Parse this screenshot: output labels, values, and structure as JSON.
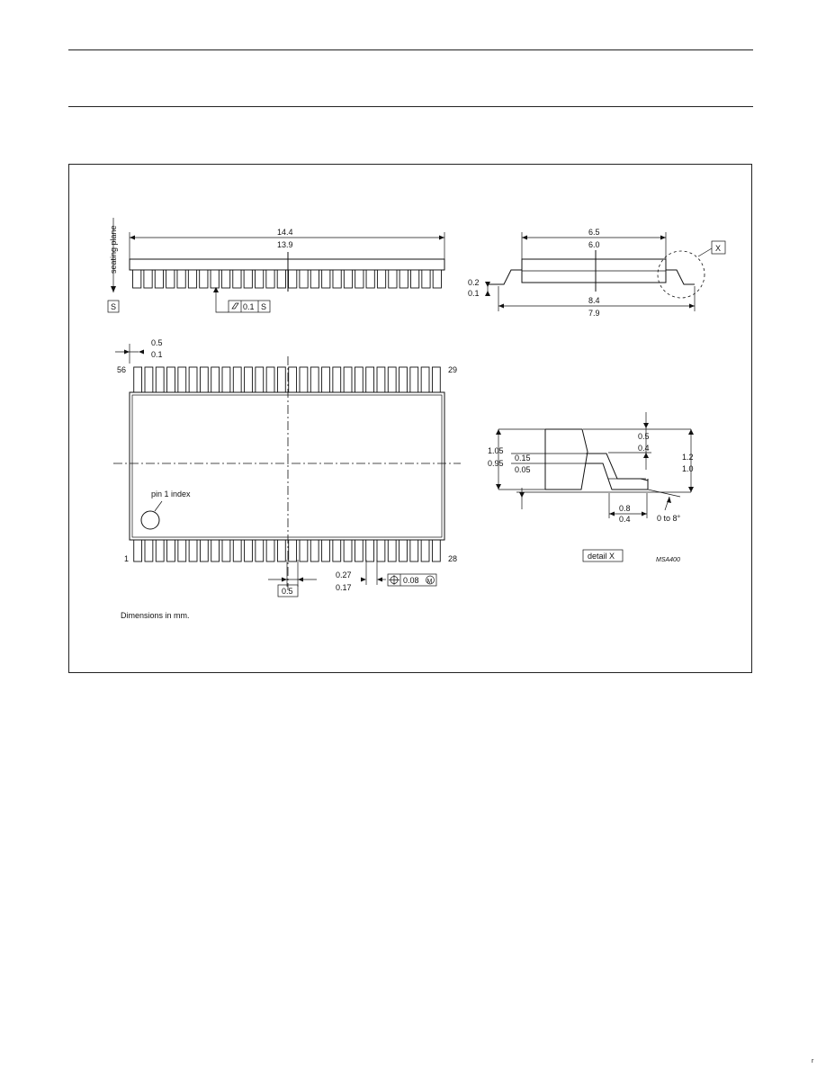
{
  "drawing": {
    "side_view": {
      "seating_plane_label": "seating plane",
      "datum_label": "S",
      "width_max": "14.4",
      "width_min": "13.9",
      "flatness_value": "0.1",
      "flatness_datum": "S",
      "pins_per_side": 28
    },
    "end_view": {
      "body_max": "6.5",
      "body_min": "6.0",
      "overall_max": "8.4",
      "overall_min": "7.9",
      "standoff_max": "0.2",
      "standoff_min": "0.1",
      "detail_marker": "X"
    },
    "top_view": {
      "end_gap_max": "0.5",
      "end_gap_min": "0.1",
      "pin_56": "56",
      "pin_29": "29",
      "pin_1": "1",
      "pin_28": "28",
      "pin1_index_label": "pin 1 index",
      "pitch": "0.5",
      "lead_width_max": "0.27",
      "lead_width_min": "0.17",
      "position_tolerance": "0.08",
      "position_modifier": "M",
      "pins_per_side": 28
    },
    "detail": {
      "height_max": "1.05",
      "height_min": "0.95",
      "lead_thickness_max": "0.15",
      "lead_thickness_min": "0.05",
      "foot_top_max": "0.5",
      "foot_top_min": "0.4",
      "total_height_max": "1.2",
      "total_height_min": "1.0",
      "foot_length_max": "0.8",
      "foot_length_min": "0.4",
      "angle": "0 to 8°",
      "caption": "detail X"
    },
    "drawing_id": "MSA400",
    "note": "Dimensions in mm."
  },
  "footer_mark": "r"
}
